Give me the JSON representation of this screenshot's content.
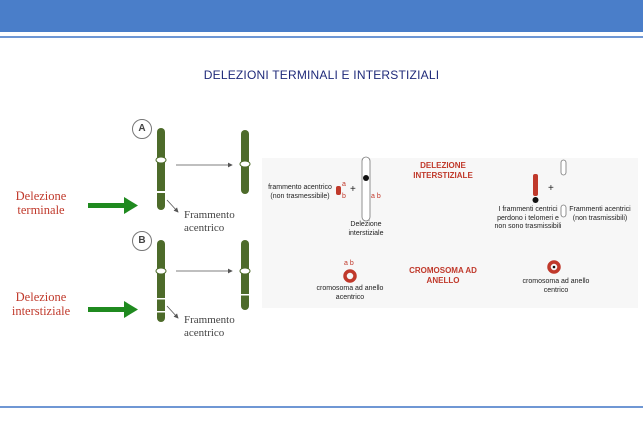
{
  "title": "DELEZIONI TERMINALI E INTERSTIZIALI",
  "left_panel": {
    "label_a": "A",
    "label_b": "B",
    "delezione_terminale": "Delezione terminale",
    "delezione_interstiziale": "Delezione interstiziale",
    "frammento_acentrico_a": "Frammento acentrico",
    "frammento_acentrico_b": "Frammento acentrico"
  },
  "right_panel": {
    "frammento_acentrico_non_trasmissibile": "frammento acentrico (non trasmessibile)",
    "a": "a",
    "b": "b",
    "ab": "a b",
    "plus": "+",
    "delezione_interstiziale_small": "Delezione interstiziale",
    "heading_delezione_interstiziale": "DELEZIONE INTERSTIZIALE",
    "frammenti_centrici": "I frammenti centrici perdono i telomeri e non sono trasmissibili",
    "frammenti_acentrici": "Frammenti acentrici (non trasmissibili)",
    "cromosoma_anello_acentrico": "cromosoma ad anello acentrico",
    "heading_cromosoma_anello": "CROMOSOMA AD ANELLO",
    "cromosoma_anello_centrico": "cromosoma ad anello centrico"
  },
  "colors": {
    "header_bar": "#4a7ec9",
    "chromosome_green": "#4d6b2a",
    "arrow_green": "#1f8a1f",
    "accent_red": "#c0392b"
  }
}
